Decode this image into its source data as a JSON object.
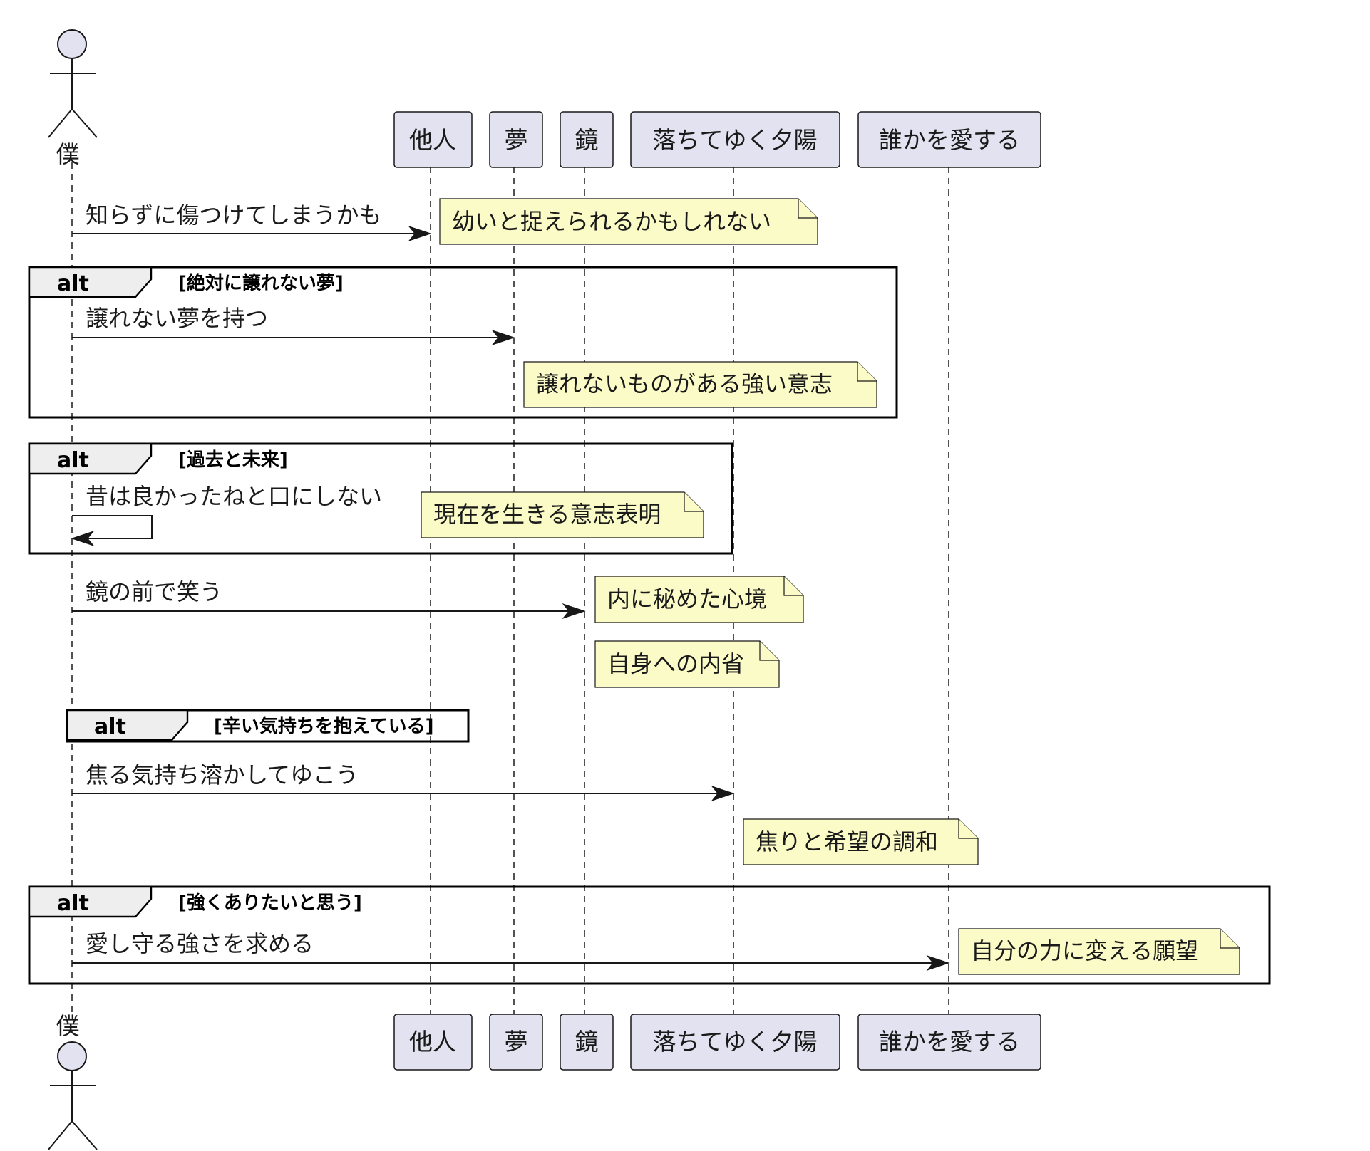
{
  "participants": [
    {
      "id": "boku",
      "label": "僕",
      "kind": "actor"
    },
    {
      "id": "tanin",
      "label": "他人",
      "kind": "participant"
    },
    {
      "id": "yume",
      "label": "夢",
      "kind": "participant"
    },
    {
      "id": "kagami",
      "label": "鏡",
      "kind": "participant"
    },
    {
      "id": "yuuhi",
      "label": "落ちてゆく夕陽",
      "kind": "participant"
    },
    {
      "id": "ai",
      "label": "誰かを愛する",
      "kind": "participant"
    }
  ],
  "messages": [
    {
      "from": "boku",
      "to": "tanin",
      "label": "知らずに傷つけてしまうかも"
    },
    {
      "from": "boku",
      "to": "yume",
      "label": "譲れない夢を持つ"
    },
    {
      "from": "boku",
      "to": "boku",
      "label": "昔は良かったねと口にしない"
    },
    {
      "from": "boku",
      "to": "kagami",
      "label": "鏡の前で笑う"
    },
    {
      "from": "boku",
      "to": "yuuhi",
      "label": "焦る気持ち溶かしてゆこう"
    },
    {
      "from": "boku",
      "to": "ai",
      "label": "愛し守る強さを求める"
    }
  ],
  "notes": [
    {
      "over": "tanin",
      "label": "幼いと捉えられるかもしれない"
    },
    {
      "over": "yume",
      "label": "譲れないものがある強い意志"
    },
    {
      "over": "boku",
      "label": "現在を生きる意志表明"
    },
    {
      "over": "kagami",
      "label": "内に秘めた心境"
    },
    {
      "over": "kagami",
      "label": "自身への内省"
    },
    {
      "over": "yuuhi",
      "label": "焦りと希望の調和"
    },
    {
      "over": "ai",
      "label": "自分の力に変える願望"
    }
  ],
  "frames": [
    {
      "keyword": "alt",
      "condition": "[絶対に譲れない夢]"
    },
    {
      "keyword": "alt",
      "condition": "[過去と未来]"
    },
    {
      "keyword": "alt",
      "condition": "[辛い気持ちを抱えている]"
    },
    {
      "keyword": "alt",
      "condition": "[強くありたいと思う]"
    }
  ]
}
